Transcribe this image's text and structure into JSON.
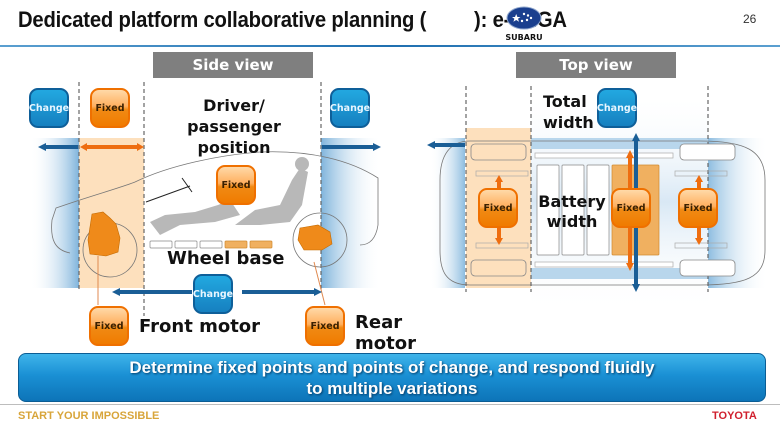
{
  "header": {
    "title_prefix": "Dedicated platform collaborative planning (",
    "title_suffix": "): e-TNGA",
    "partner_logo": "subaru-logo",
    "partner_logo_text": "SUBARU",
    "page_number": "26"
  },
  "side_view": {
    "label": "Side view",
    "driver_position_label_line1": "Driver/",
    "driver_position_label_line2": "passenger position",
    "wheel_base_label": "Wheel base",
    "front_motor_label": "Front motor",
    "rear_motor_label": "Rear motor",
    "badges": {
      "front_overhang": "Change",
      "front_section": "Fixed",
      "rear_overhang": "Change",
      "seating": "Fixed",
      "wheel_base": "Change",
      "front_motor": "Fixed",
      "rear_motor": "Fixed"
    }
  },
  "top_view": {
    "label": "Top view",
    "total_width_line1": "Total",
    "total_width_line2": "width",
    "battery_width_line1": "Battery",
    "battery_width_line2": "width",
    "badges": {
      "total_width": "Change",
      "front_axle": "Fixed",
      "battery": "Fixed",
      "rear_axle": "Fixed"
    }
  },
  "banner": {
    "line1": "Determine fixed points and points of change, and respond fluidly",
    "line2": "to multiple variations"
  },
  "footer": {
    "slogan": "START YOUR IMPOSSIBLE",
    "brand": "TOYOTA"
  },
  "colors": {
    "change_blue": "#1680c0",
    "fixed_orange": "#f07b00",
    "arrow_blue": "#1a5e96",
    "slogan_gold": "#d8a53a",
    "brand_red": "#d0202e"
  }
}
